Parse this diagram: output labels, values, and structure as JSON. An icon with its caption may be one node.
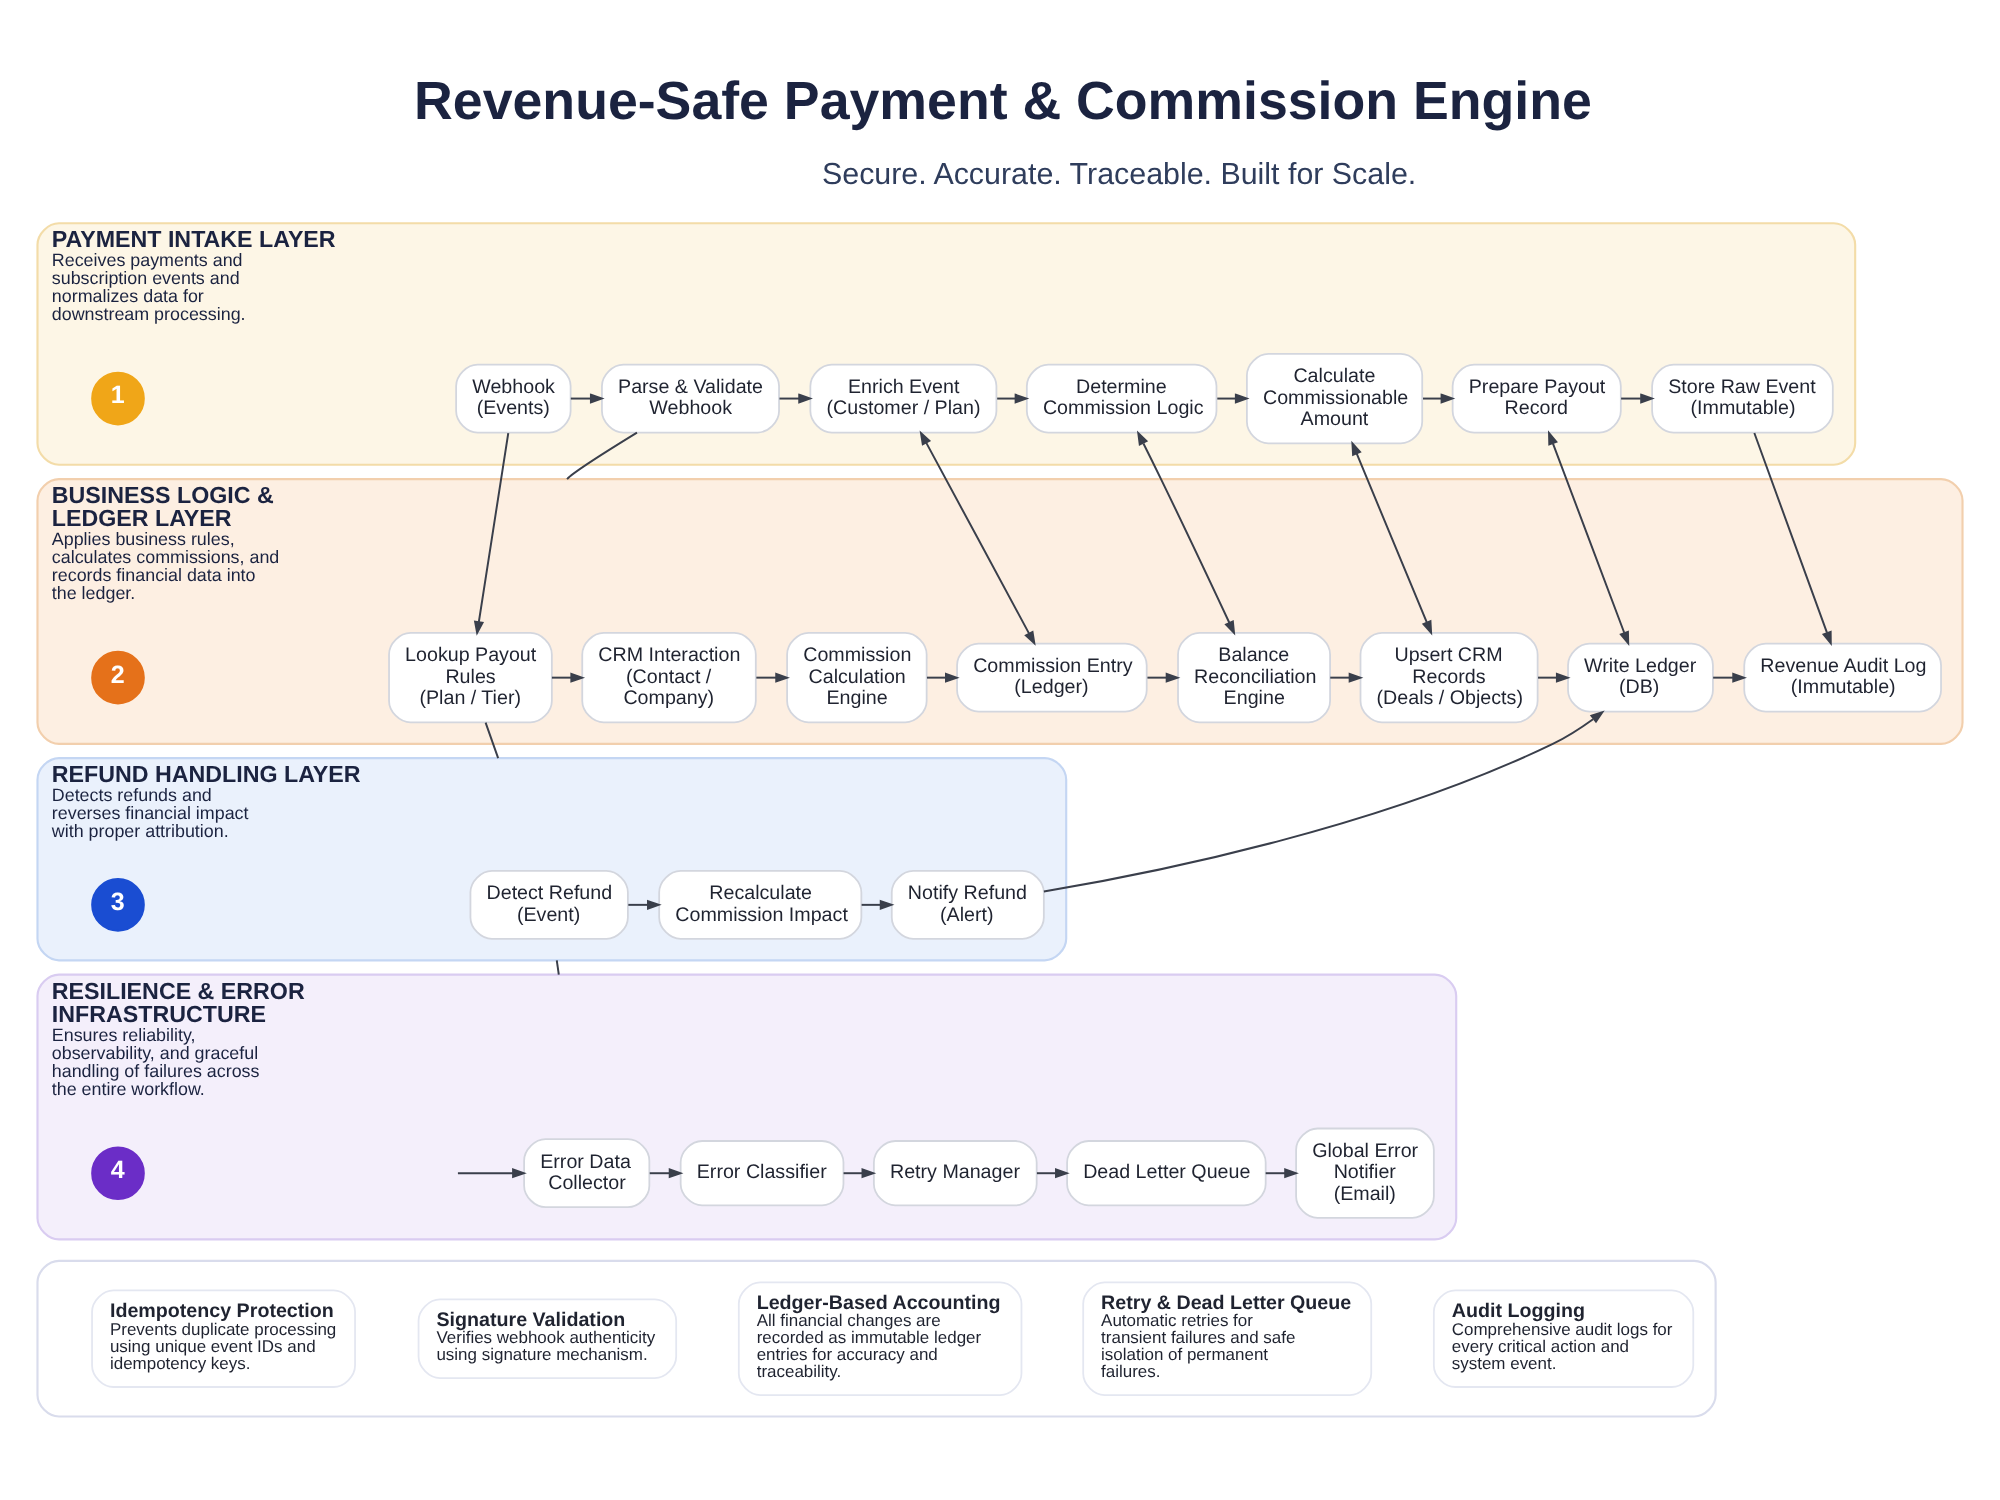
{
  "diagram": {
    "title": "Revenue-Safe Payment & Commission Engine",
    "nodes": [
      {
        "text": [
          "PAYMENT INTAKE LAYER",
          "Receives payments and subscription events and normalizes data for downstream processing."
        ]
      },
      {
        "text": [
          "1"
        ],
        "in": 0
      },
      {
        "text": [
          "Webhook (Events)"
        ],
        "in": 0
      },
      {
        "text": [
          "Parse & Validate Webhook"
        ],
        "in": 0
      },
      {
        "text": [
          "Enrich Event (Customer / Plan)"
        ],
        "in": 0
      },
      {
        "text": [
          "Determine Commission Logic"
        ],
        "in": 0
      },
      {
        "text": [
          "Calculate Commissionable Amount"
        ],
        "in": 0
      },
      {
        "text": [
          "Prepare Payout Record"
        ],
        "in": 0
      },
      {
        "text": [
          "Store Raw Event (Immutable)"
        ],
        "in": 0
      },
      {
        "text": [
          "BUSINESS LOGIC & LEDGER LAYER",
          "Applies business rules, calculates commissions, and records financial data into the ledger."
        ]
      },
      {
        "text": [
          "2"
        ],
        "in": 9
      },
      {
        "text": [
          "Lookup Payout Rules (Plan / Tier)"
        ],
        "in": 9
      },
      {
        "text": [
          "CRM Interaction (Contact / Company)"
        ],
        "in": 9
      },
      {
        "text": [
          "Commission Calculation Engine"
        ],
        "in": 9
      },
      {
        "text": [
          "Commission Entry (Ledger)"
        ],
        "in": 9
      },
      {
        "text": [
          "Balance Reconciliation Engine"
        ],
        "in": 9
      },
      {
        "text": [
          "Upsert CRM Records (Deals / Objects)"
        ],
        "in": 9
      },
      {
        "text": [
          "Write Ledger (DB)"
        ],
        "in": 9
      },
      {
        "text": [
          "Revenue Audit Log (Immutable)"
        ],
        "in": 9
      },
      {
        "text": [
          "REFUND HANDLING LAYER",
          "Detects refunds and reverses financial impact with proper attribution."
        ]
      },
      {
        "text": [
          "3"
        ],
        "in": 19
      },
      {
        "text": [
          "Detect Refund (Event)"
        ],
        "in": 19
      },
      {
        "text": [
          "Recalculate Commission Impact"
        ],
        "in": 19
      },
      {
        "text": [
          "Notify Refund (Alert)"
        ],
        "in": 19
      },
      {
        "text": [
          "RESILIENCE & ERROR INFRASTRUCTURE",
          "Ensures reliability, observability, and graceful handling of failures across the entire workflow."
        ]
      },
      {
        "text": [
          "4"
        ],
        "in": 24
      },
      {
        "text": [
          "Error Data Collector"
        ],
        "in": 24
      },
      {
        "text": [
          "Error Classifier"
        ],
        "in": 24
      },
      {
        "text": [
          "Retry Manager"
        ],
        "in": 24
      },
      {
        "text": [
          "Dead Letter Queue"
        ],
        "in": 24
      },
      {
        "text": [
          "Global Error Notifier (Email)"
        ],
        "in": 24
      },
      {
        "text": [],
        "shape": "box"
      },
      {
        "text": [
          "Idempotency Protection",
          "Prevents duplicate processing using unique event IDs and idempotency keys."
        ],
        "in": 31
      },
      {
        "text": [
          "Signature Validation",
          "Verifies webhook authenticity using signature mechanism."
        ],
        "in": 31
      },
      {
        "text": [
          "Ledger-Based Accounting",
          "All financial changes are recorded as immutable ledger entries for accuracy and traceability."
        ],
        "in": 31
      },
      {
        "text": [
          "Retry & Dead Letter Queue",
          "Automatic retries for transient failures and safe isolation of permanent failures."
        ],
        "in": 31
      },
      {
        "text": [
          "Audit Logging",
          "Comprehensive audit logs for every critical action and system event."
        ],
        "in": 31
      }
    ],
    "edges": [
      {
        "from": 2,
        "to": 3,
        "arrow": "to"
      },
      {
        "from": 3,
        "to": 4,
        "arrow": "to"
      },
      {
        "from": 4,
        "to": 5,
        "arrow": "to"
      },
      {
        "from": 5,
        "to": 6,
        "arrow": "to"
      },
      {
        "from": 6,
        "to": 7,
        "arrow": "to"
      },
      {
        "from": 7,
        "to": 8,
        "arrow": "to"
      },
      {
        "from": 2,
        "to": 11,
        "arrow": "to"
      },
      {
        "from": 3,
        "to": 9,
        "arrow": "none"
      },
      {
        "from": 4,
        "to": 14,
        "arrow": "both"
      },
      {
        "from": 5,
        "to": 15,
        "arrow": "both"
      },
      {
        "from": 6,
        "to": 16,
        "arrow": "both"
      },
      {
        "from": 7,
        "to": 17,
        "arrow": "both"
      },
      {
        "from": 8,
        "to": 18,
        "arrow": "to"
      },
      {
        "from": 11,
        "to": 12,
        "arrow": "to"
      },
      {
        "from": 12,
        "to": 13,
        "arrow": "to"
      },
      {
        "from": 13,
        "to": 14,
        "arrow": "to"
      },
      {
        "from": 14,
        "to": 15,
        "arrow": "to"
      },
      {
        "from": 15,
        "to": 16,
        "arrow": "to"
      },
      {
        "from": 16,
        "to": 17,
        "arrow": "to"
      },
      {
        "from": 17,
        "to": 18,
        "arrow": "to"
      },
      {
        "from": 11,
        "to": 19,
        "arrow": "none"
      },
      {
        "from": 21,
        "to": 22,
        "arrow": "to"
      },
      {
        "from": 22,
        "to": 23,
        "arrow": "to"
      },
      {
        "from": 23,
        "to": 17,
        "arrow": "to"
      },
      {
        "from": 19,
        "to": 24,
        "arrow": "none"
      },
      {
        "from": null,
        "to": 26,
        "arrow": "to"
      },
      {
        "from": 26,
        "to": 27,
        "arrow": "to"
      },
      {
        "from": 27,
        "to": 28,
        "arrow": "to"
      },
      {
        "from": 28,
        "to": 29,
        "arrow": "to"
      },
      {
        "from": 29,
        "to": 30,
        "arrow": "to"
      }
    ],
    "labels": [
      "Secure. Accurate. Traceable. Built for Scale."
    ]
  }
}
